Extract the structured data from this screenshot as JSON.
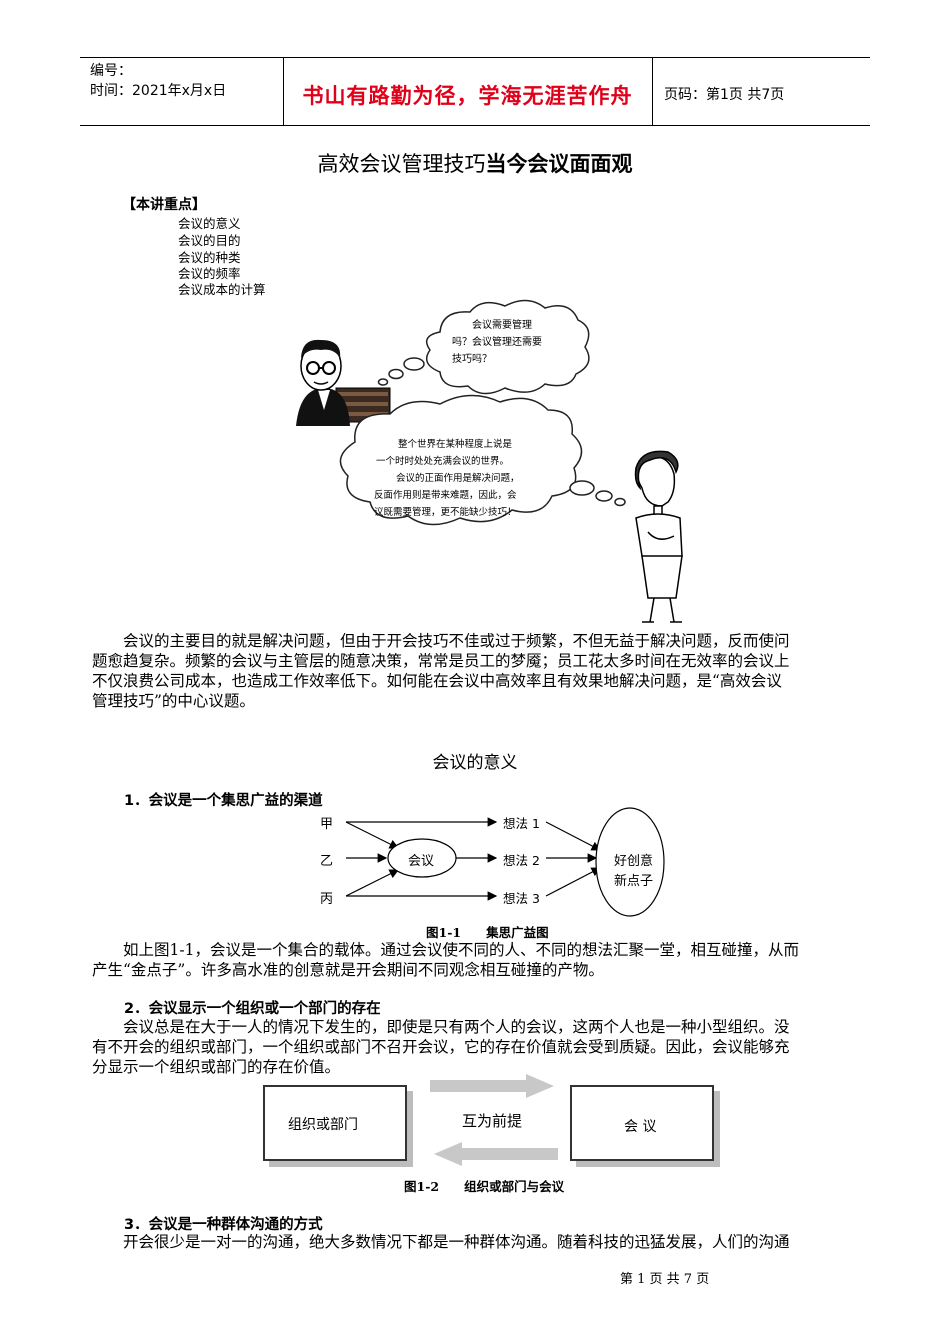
{
  "header": {
    "number_label": "编号：",
    "time_label": "时间：2021年x月x日",
    "motto": "书山有路勤为径，学海无涯苦作舟",
    "page_label": "页码：第1页  共7页"
  },
  "title_part1": "高效会议管理技巧",
  "title_part2": "当今会议面面观",
  "key_points": {
    "heading": "【本讲重点】",
    "items": [
      "会议的意义",
      "会议的目的",
      "会议的种类",
      "会议的频率",
      "会议成本的计算"
    ]
  },
  "cartoon": {
    "bubble1": [
      "会议需要管理",
      "吗？会议管理还需要",
      "技巧吗？"
    ],
    "bubble2": [
      "整个世界在某种程度上说是",
      "一个时时处处充满会议的世界。",
      "会议的正面作用是解决问题，",
      "反面作用则是带来难题，因此，会",
      "议既需要管理，更不能缺少技巧！"
    ]
  },
  "intro_paragraph": [
    "　　会议的主要目的就是解决问题，但由于开会技巧不佳或过于频繁，不但无益于解决问题，反而使问",
    "题愈趋复杂。频繁的会议与主管层的随意决策，常常是员工的梦魇；员工花太多时间在无效率的会议上",
    "不仅浪费公司成本，也造成工作效率低下。如何能在会议中高效率且有效果地解决问题，是“高效会议",
    "管理技巧”的中心议题。"
  ],
  "section_title": "会议的意义",
  "s1": {
    "heading": "1．会议是一个集思广益的渠道",
    "diagram": {
      "inputs": [
        "甲",
        "乙",
        "丙"
      ],
      "center": "会议",
      "ideas": [
        "想法 1",
        "想法 2",
        "想法 3"
      ],
      "result": [
        "好创意",
        "新点子"
      ]
    },
    "caption": "图1-1　　集思广益图",
    "paragraph": [
      "　　如上图1-1，会议是一个集合的载体。通过会议使不同的人、不同的想法汇聚一堂，相互碰撞，从而",
      "产生“金点子”。许多高水准的创意就是开会期间不同观念相互碰撞的产物。"
    ]
  },
  "s2": {
    "heading": "2．会议显示一个组织或一个部门的存在",
    "paragraph": [
      "　　会议总是在大于一人的情况下发生的，即使是只有两个人的会议，这两个人也是一种小型组织。没",
      "有不开会的组织或部门，一个组织或部门不召开会议，它的存在价值就会受到质疑。因此，会议能够充",
      "分显示一个组织或部门的存在价值。"
    ],
    "diagram": {
      "left_box": "组织或部门",
      "right_box": "会 议",
      "middle": "互为前提"
    },
    "caption": "图1-2　　组织或部门与会议"
  },
  "s3": {
    "heading": "3．会议是一种群体沟通的方式",
    "paragraph": [
      "　　开会很少是一对一的沟通，绝大多数情况下都是一种群体沟通。随着科技的迅猛发展，人们的沟通"
    ]
  },
  "footer": "第 1 页 共 7 页",
  "colors": {
    "motto": "#e0001a",
    "arrow": "#c8c8c8"
  }
}
